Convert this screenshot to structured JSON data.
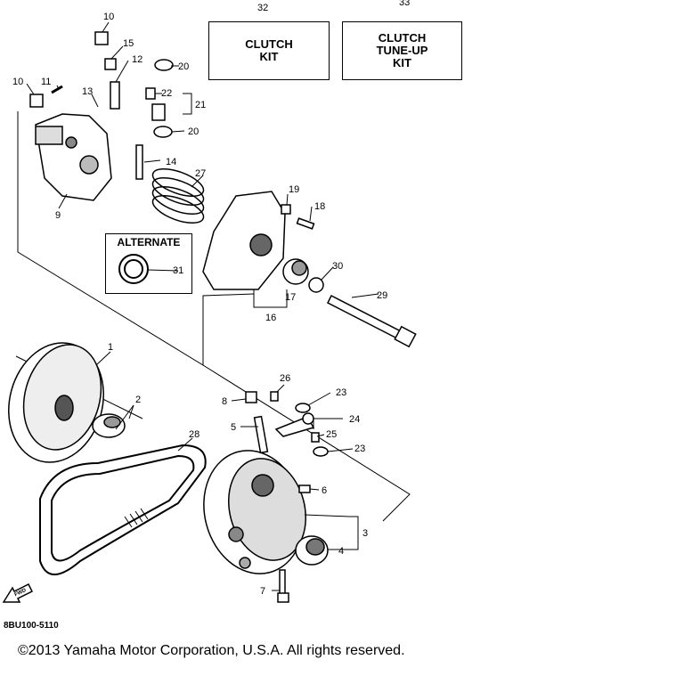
{
  "kits": [
    {
      "number": "32",
      "lines": [
        "CLUTCH",
        "KIT"
      ]
    },
    {
      "number": "33",
      "lines": [
        "CLUTCH",
        "TUNE-UP",
        "KIT"
      ]
    }
  ],
  "alternate_label": "ALTERNATE",
  "callouts": {
    "p1": "1",
    "p2": "2",
    "p3": "3",
    "p4": "4",
    "p5": "5",
    "p6": "6",
    "p7": "7",
    "p8": "8",
    "p9": "9",
    "p10a": "10",
    "p10b": "10",
    "p11": "11",
    "p12": "12",
    "p13": "13",
    "p14": "14",
    "p15": "15",
    "p16": "16",
    "p17": "17",
    "p18": "18",
    "p19": "19",
    "p20a": "20",
    "p20b": "20",
    "p21": "21",
    "p22": "22",
    "p23a": "23",
    "p23b": "23",
    "p24": "24",
    "p25": "25",
    "p26": "26",
    "p27": "27",
    "p28": "28",
    "p29": "29",
    "p30": "30",
    "p31": "31"
  },
  "fwd_label": "FWD",
  "diagram_code": "8BU100-5110",
  "copyright": "©2013 Yamaha Motor Corporation, U.S.A. All rights reserved."
}
